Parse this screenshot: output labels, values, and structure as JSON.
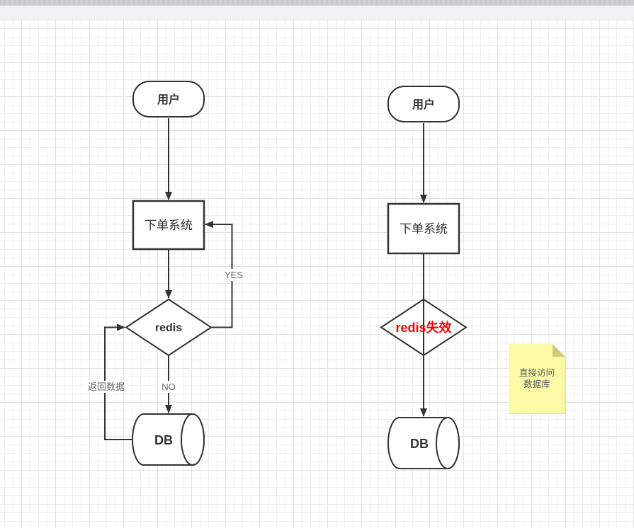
{
  "diagram": {
    "left_flow": {
      "user_label": "用户",
      "system_label": "下单系统",
      "decision_label": "redis",
      "db_label": "DB",
      "edge_labels": {
        "yes": "YES",
        "no": "NO",
        "return_data": "返回数据"
      }
    },
    "right_flow": {
      "user_label": "用户",
      "system_label": "下单系统",
      "decision_label": "redis失效",
      "db_label": "DB"
    },
    "note": {
      "line1": "直接访问",
      "line2": "数据库"
    }
  },
  "colors": {
    "shape_stroke": "#333333",
    "decision_alert": "#fe0000",
    "edge_label": "#666666",
    "note_bg": "#fcfaa6",
    "note_fold": "#cfcc7c",
    "note_text": "#5a5e61",
    "grid_minor": "#efefef",
    "grid_major": "#e2e2e2"
  }
}
